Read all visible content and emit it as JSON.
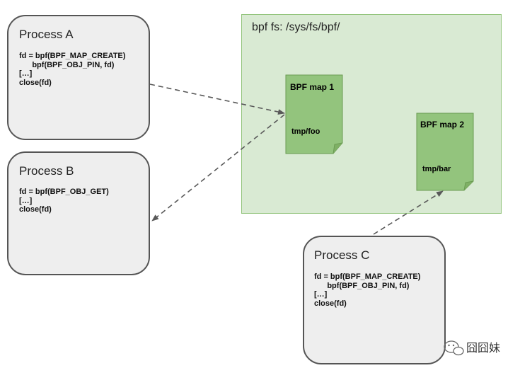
{
  "process_a": {
    "title": "Process A",
    "code": "fd = bpf(BPF_MAP_CREATE)\n      bpf(BPF_OBJ_PIN, fd)\n[…]\nclose(fd)"
  },
  "process_b": {
    "title": "Process B",
    "code": "fd = bpf(BPF_OBJ_GET)\n[…]\nclose(fd)"
  },
  "process_c": {
    "title": "Process C",
    "code": "fd = bpf(BPF_MAP_CREATE)\n      bpf(BPF_OBJ_PIN, fd)\n[…]\nclose(fd)"
  },
  "bpf_fs": {
    "title": "bpf fs: /sys/fs/bpf/"
  },
  "maps": [
    {
      "title": "BPF map 1",
      "path": "tmp/foo"
    },
    {
      "title": "BPF map 2",
      "path": "tmp/bar"
    }
  ],
  "watermark": {
    "text": "囧囧妹"
  },
  "colors": {
    "process_fill": "#eeeeee",
    "fs_fill": "#d9ead3",
    "map_fill": "#93c47d",
    "arrow": "#595959"
  }
}
